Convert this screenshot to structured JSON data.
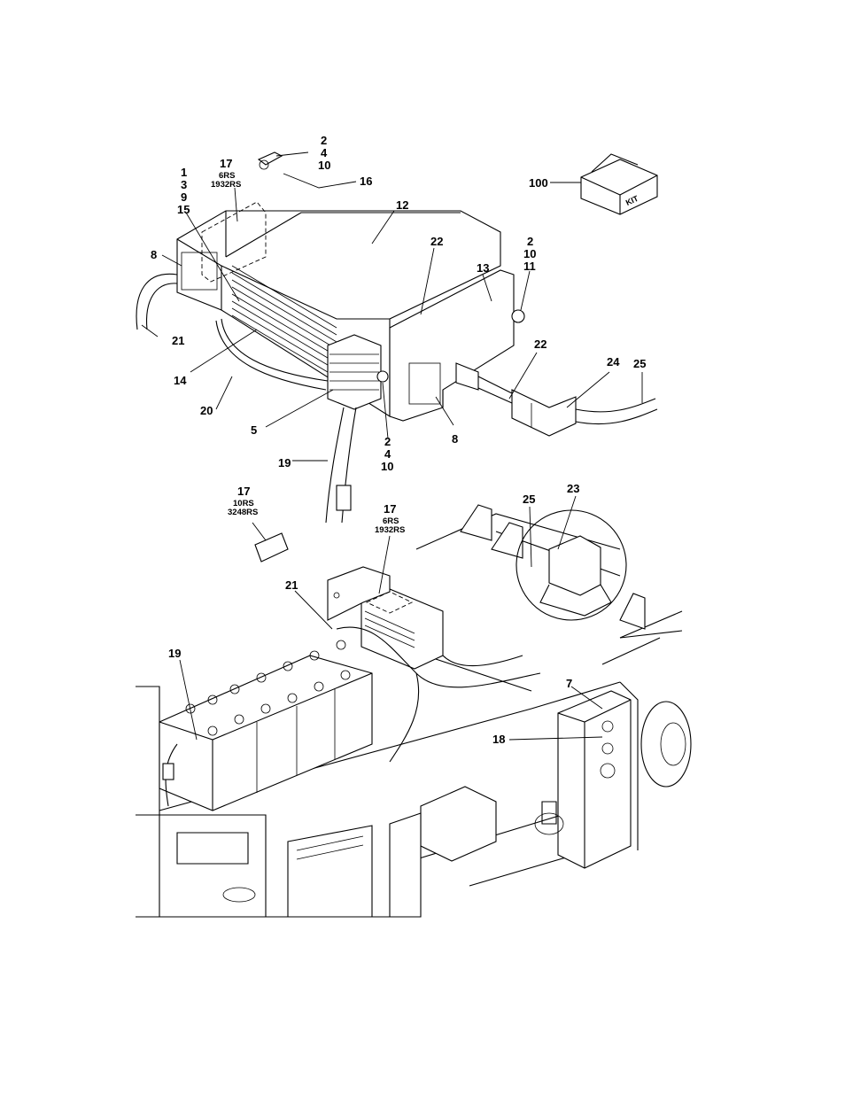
{
  "kit_box_label": "KIT",
  "callouts": [
    {
      "id": "c-2-4-10-top",
      "lines": [
        "2",
        "4",
        "10"
      ]
    },
    {
      "id": "c-17-top",
      "lines": [
        "17"
      ],
      "sub": [
        "6RS",
        "1932RS"
      ]
    },
    {
      "id": "c-1-3-9-15",
      "lines": [
        "1",
        "3",
        "9",
        "15"
      ]
    },
    {
      "id": "c-16",
      "lines": [
        "16"
      ]
    },
    {
      "id": "c-12",
      "lines": [
        "12"
      ]
    },
    {
      "id": "c-100",
      "lines": [
        "100"
      ]
    },
    {
      "id": "c-8-left",
      "lines": [
        "8"
      ]
    },
    {
      "id": "c-22-top",
      "lines": [
        "22"
      ]
    },
    {
      "id": "c-2-10-11",
      "lines": [
        "2",
        "10",
        "11"
      ]
    },
    {
      "id": "c-13",
      "lines": [
        "13"
      ]
    },
    {
      "id": "c-21-top",
      "lines": [
        "21"
      ]
    },
    {
      "id": "c-22-right",
      "lines": [
        "22"
      ]
    },
    {
      "id": "c-24",
      "lines": [
        "24"
      ]
    },
    {
      "id": "c-25-top",
      "lines": [
        "25"
      ]
    },
    {
      "id": "c-14",
      "lines": [
        "14"
      ]
    },
    {
      "id": "c-20",
      "lines": [
        "20"
      ]
    },
    {
      "id": "c-5",
      "lines": [
        "5"
      ]
    },
    {
      "id": "c-8-right",
      "lines": [
        "8"
      ]
    },
    {
      "id": "c-2-4-10-mid",
      "lines": [
        "2",
        "4",
        "10"
      ]
    },
    {
      "id": "c-19-top",
      "lines": [
        "19"
      ]
    },
    {
      "id": "c-17-left",
      "lines": [
        "17"
      ],
      "sub": [
        "10RS",
        "3248RS"
      ]
    },
    {
      "id": "c-17-mid",
      "lines": [
        "17"
      ],
      "sub": [
        "6RS",
        "1932RS"
      ]
    },
    {
      "id": "c-25-mid",
      "lines": [
        "25"
      ]
    },
    {
      "id": "c-23",
      "lines": [
        "23"
      ]
    },
    {
      "id": "c-21-mid",
      "lines": [
        "21"
      ]
    },
    {
      "id": "c-19-mid",
      "lines": [
        "19"
      ]
    },
    {
      "id": "c-7",
      "lines": [
        "7"
      ]
    },
    {
      "id": "c-18",
      "lines": [
        "18"
      ]
    }
  ]
}
